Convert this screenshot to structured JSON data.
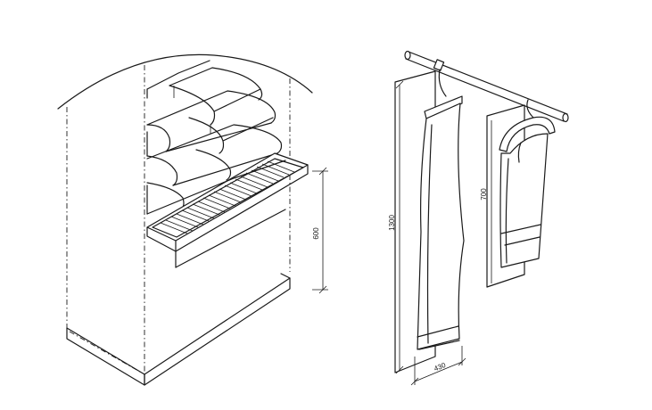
{
  "drawing": {
    "shelf_unit": {
      "dimension_label": "600"
    },
    "hanging_bags": {
      "long_bag_height_label": "1300",
      "long_bag_width_label": "430",
      "short_bag_height_label": "700"
    }
  }
}
